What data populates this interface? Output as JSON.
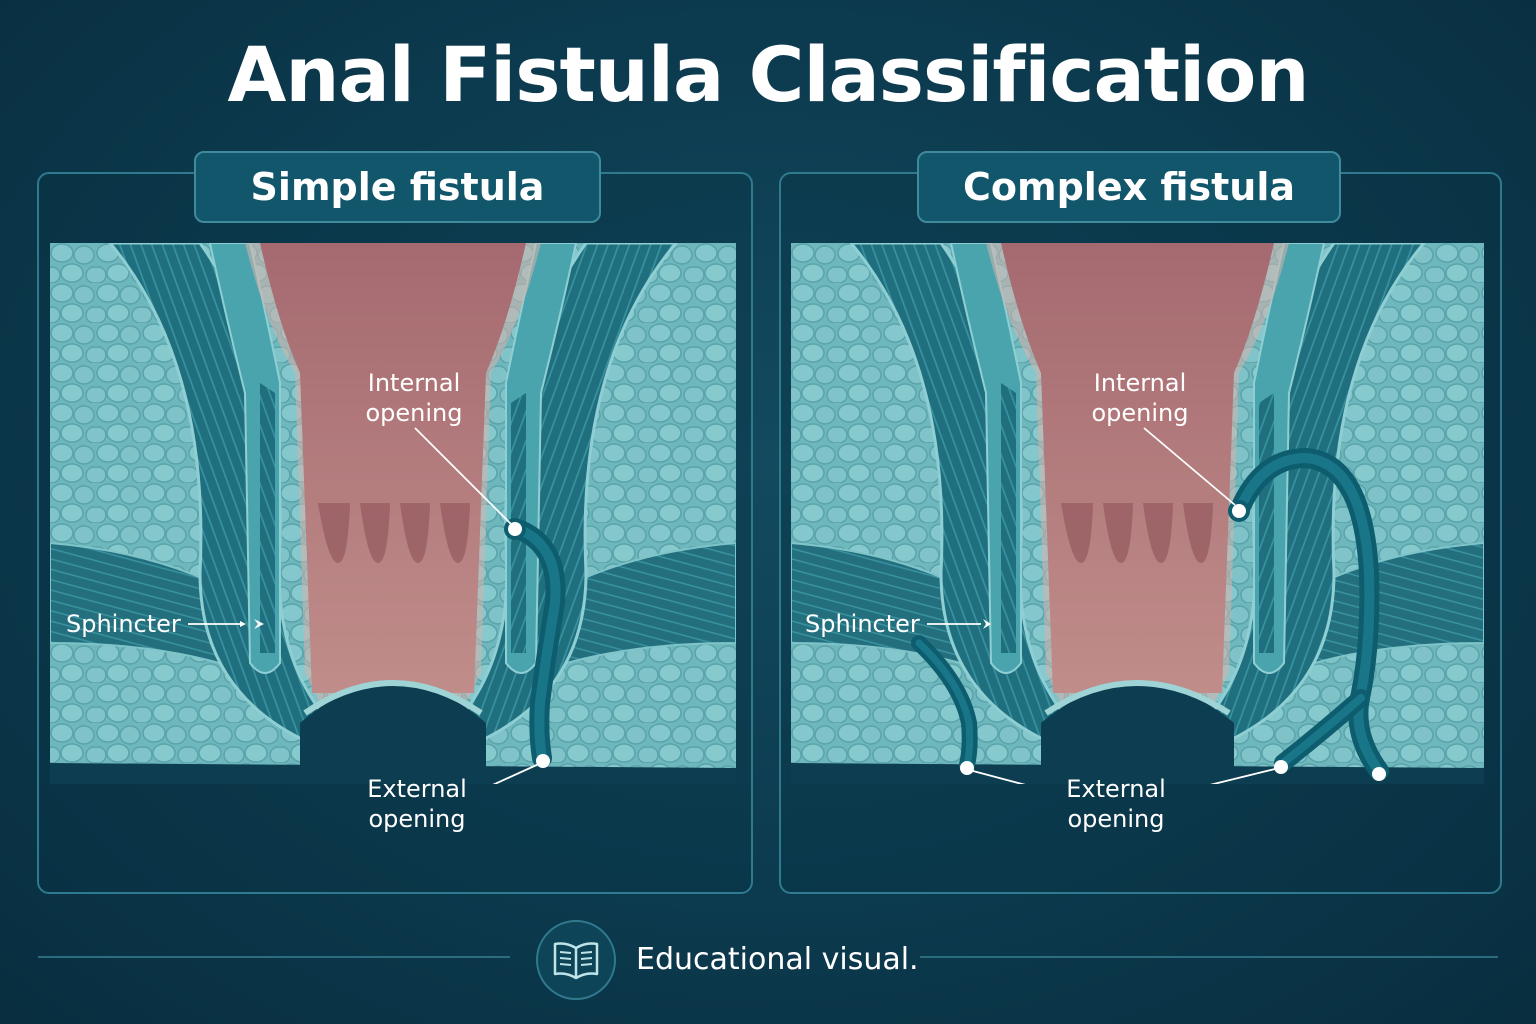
{
  "title": "Anal Fistula Classification",
  "panels": [
    {
      "heading": "Simple fistula",
      "labels": {
        "internal": "Internal opening",
        "sphincter": "Sphincter",
        "external": "External opening"
      }
    },
    {
      "heading": "Complex fistula",
      "labels": {
        "internal": "Internal opening",
        "sphincter": "Sphincter",
        "external": "External opening"
      }
    }
  ],
  "footer": {
    "icon": "open-book-icon",
    "text": "Educational visual."
  },
  "colors": {
    "background": "#0c3a4e",
    "fat_tissue": "#6fb9bf",
    "muscle": "#2a8291",
    "canal": "#b57a7c",
    "fistula_tract": "#0f6172"
  }
}
